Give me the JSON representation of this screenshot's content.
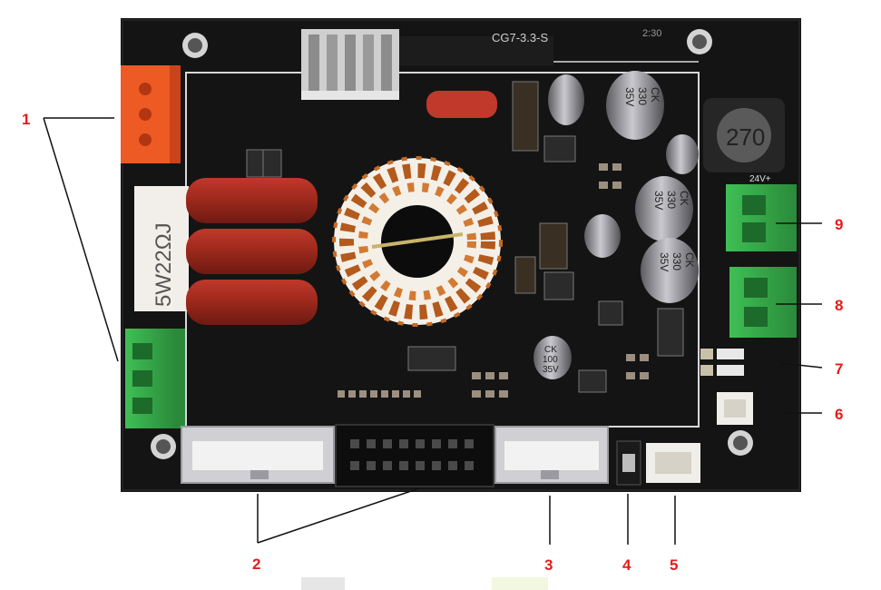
{
  "board": {
    "silkscreen_model": "CG7-3.3-S",
    "silkscreen_code": "2:30",
    "resistor_label": "5W22ΩJ",
    "inductor_label": "270",
    "power_label": "24V+",
    "cap_large_line1": "CK",
    "cap_large_line2": "330",
    "cap_large_line3": "35V",
    "cap_small_line1": "CK",
    "cap_small_line2": "100",
    "cap_small_line3": "35V"
  },
  "callouts": [
    "1",
    "2",
    "3",
    "4",
    "5",
    "6",
    "7",
    "8",
    "9"
  ],
  "colors": {
    "pcb": "#151515",
    "label_red": "#e51c1c",
    "orange_terminal": "#ee5a24",
    "green_terminal": "#35a845",
    "copper": "#c86a25"
  }
}
